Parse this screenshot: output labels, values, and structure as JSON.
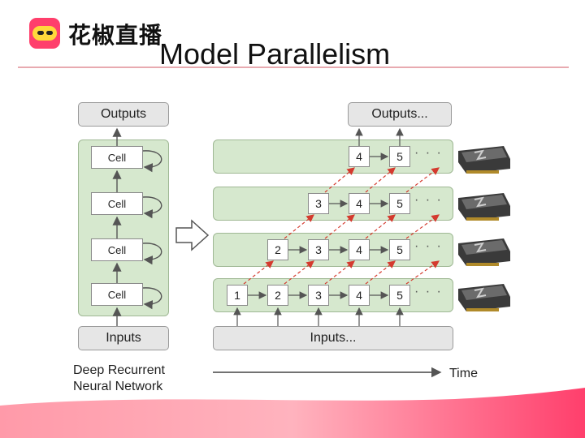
{
  "brand": {
    "name": "花椒直播"
  },
  "slide": {
    "title": "Model  Parallelism"
  },
  "diagram": {
    "left_outputs": "Outputs",
    "left_inputs": "Inputs",
    "cell_label": "Cell",
    "right_outputs": "Outputs...",
    "right_inputs": "Inputs...",
    "network_line1": "Deep Recurrent",
    "network_line2": "Neural Network",
    "time_label": "Time",
    "ellipsis": "· · ·",
    "row1": [
      "4",
      "5"
    ],
    "row2": [
      "3",
      "4",
      "5"
    ],
    "row3": [
      "2",
      "3",
      "4",
      "5"
    ],
    "row4": [
      "1",
      "2",
      "3",
      "4",
      "5"
    ]
  },
  "colors": {
    "accent_pink": "#ff3f6c",
    "cell_green": "#d6e8ce",
    "arrow_red": "#d43a2f"
  }
}
